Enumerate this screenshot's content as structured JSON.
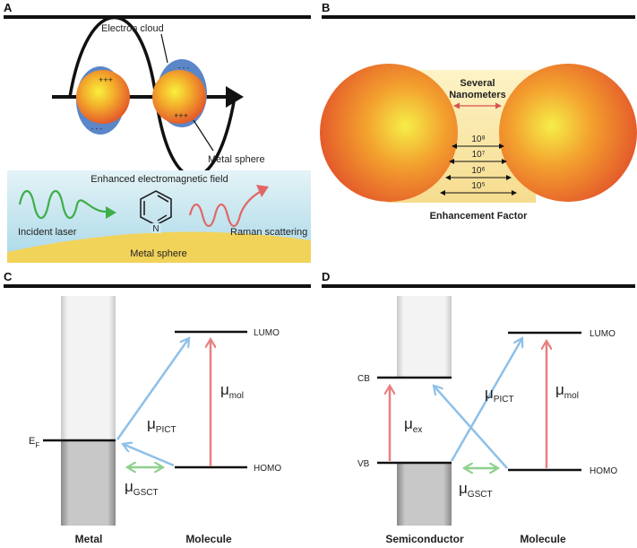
{
  "panels": {
    "a": {
      "letter": "A",
      "sphere_top_charge": "+++",
      "sphere_bottom_charge": "- - -",
      "sphere2_top_charge": "- - -",
      "sphere2_bottom_charge": "+++",
      "electron_cloud": "Electron cloud",
      "metal_sphere_label": "Metal sphere",
      "field_label": "Enhanced electromagnetic field",
      "incident_laser": "Incident laser",
      "raman_scattering": "Raman scattering",
      "pyridine_atom": "N",
      "metal_sphere_bottom": "Metal sphere"
    },
    "b": {
      "letter": "B",
      "gap_line1": "Several",
      "gap_line2": "Nanometers",
      "ef_values": [
        "10⁸",
        "10⁷",
        "10⁶",
        "10⁵"
      ],
      "caption": "Enhancement Factor"
    },
    "c": {
      "letter": "C",
      "fermi_main": "E",
      "fermi_sub": "F",
      "lumo": "LUMO",
      "homo": "HOMO",
      "mu_pict_main": "μ",
      "mu_pict_sub": "PICT",
      "mu_mol_main": "μ",
      "mu_mol_sub": "mol",
      "mu_gsct_main": "μ",
      "mu_gsct_sub": "GSCT",
      "left_caption": "Metal",
      "right_caption": "Molecule"
    },
    "d": {
      "letter": "D",
      "cb": "CB",
      "vb": "VB",
      "lumo": "LUMO",
      "homo": "HOMO",
      "mu_ex_main": "μ",
      "mu_ex_sub": "ex",
      "mu_pict_main": "μ",
      "mu_pict_sub": "PICT",
      "mu_mol_main": "μ",
      "mu_mol_sub": "mol",
      "mu_gsct_main": "μ",
      "mu_gsct_sub": "GSCT",
      "left_caption": "Semiconductor",
      "right_caption": "Molecule"
    }
  },
  "colors": {
    "sphere_light": "#f5e83a",
    "sphere_dark": "#e8602a",
    "electron_cloud_blue": "#5b86c8",
    "field_bg_top": "#bfe3ee",
    "metal_ground": "#f2d35a",
    "laser_green": "#3fae49",
    "raman_red": "#e06767",
    "pict_blue": "#8ec0e8",
    "mol_red": "#e88080",
    "gsct_green": "#8ed08e",
    "gap_yellow": "#f8e3a0"
  }
}
